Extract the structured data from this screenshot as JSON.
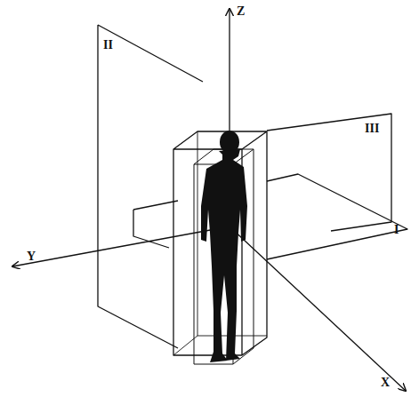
{
  "diagram": {
    "labels": [
      "Z",
      "II",
      "III",
      "I",
      "Y",
      "X"
    ]
  }
}
